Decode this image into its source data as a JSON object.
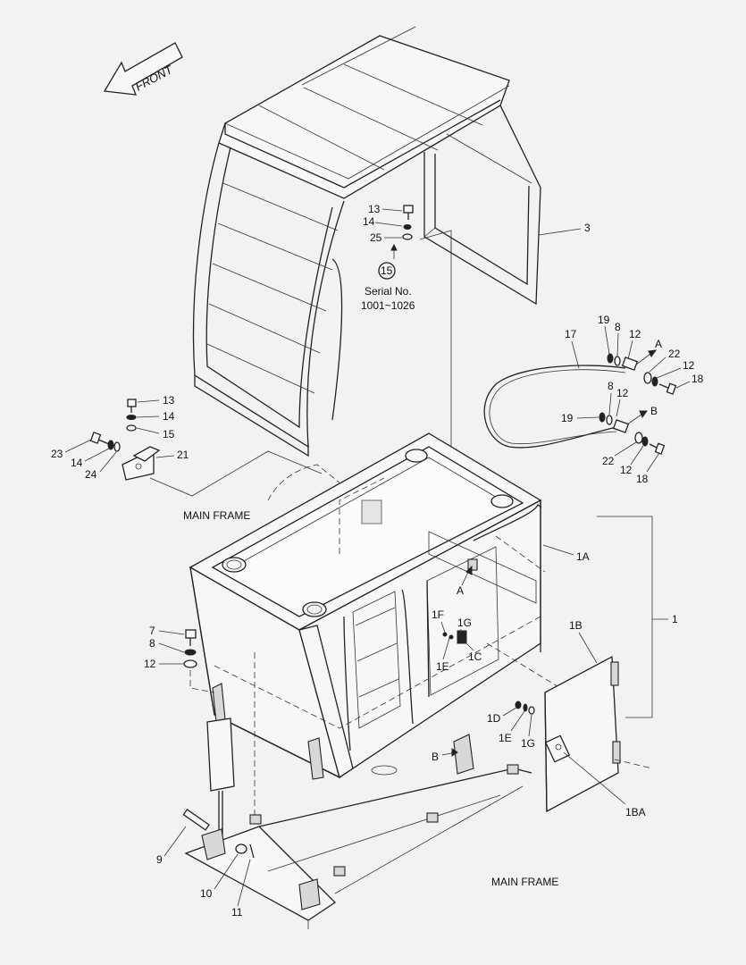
{
  "front_arrow": {
    "text": "FRONT"
  },
  "frames": {
    "main_frame_upper": "MAIN FRAME",
    "main_frame_lower": "MAIN FRAME"
  },
  "serial_note": {
    "ref": "15",
    "line1": "Serial No.",
    "line2": "1001~1026"
  },
  "callouts": {
    "c13a": "13",
    "c14a": "14",
    "c25": "25",
    "c3": "3",
    "c13b": "13",
    "c14b": "14",
    "c15": "15",
    "c21": "21",
    "c23": "23",
    "c14c": "14",
    "c24": "24",
    "c17": "17",
    "c19a": "19",
    "c8a": "8",
    "c12a": "12",
    "cA1": "A",
    "c22a": "22",
    "c12b": "12",
    "c18a": "18",
    "c8b": "8",
    "c12c": "12",
    "c19b": "19",
    "cB1": "B",
    "c22b": "22",
    "c12d": "12",
    "c18b": "18",
    "c1A": "1A",
    "c1": "1",
    "c1B": "1B",
    "c1BA": "1BA",
    "cA2": "A",
    "c1F": "1F",
    "c1G": "1G",
    "c1E": "1E",
    "c1C": "1C",
    "c1D": "1D",
    "c1E2": "1E",
    "c1G2": "1G",
    "c7": "7",
    "c8c": "8",
    "c12e": "12",
    "cB2": "B",
    "c9": "9",
    "c10": "10",
    "c11": "11"
  }
}
